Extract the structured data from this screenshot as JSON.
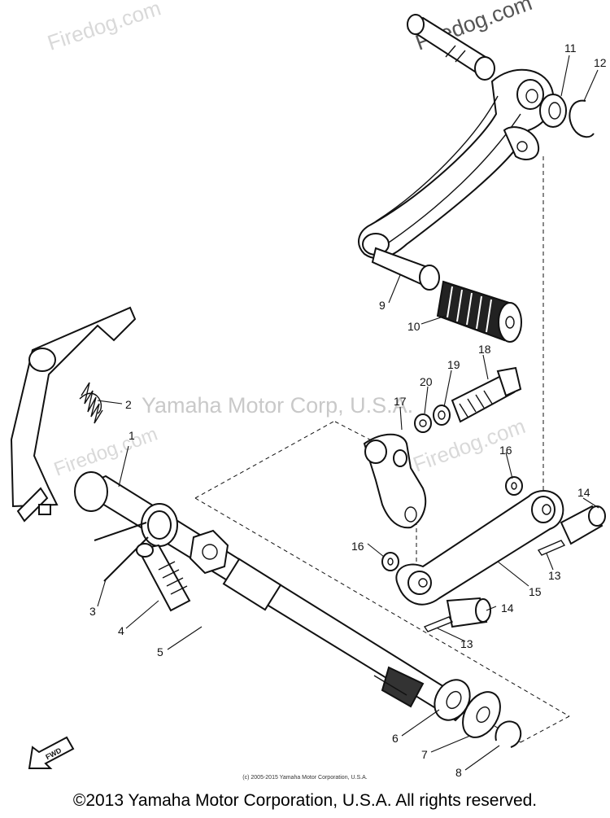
{
  "watermarks": {
    "brand": "Firedog.com",
    "center": "Yamaha Motor Corp, U.S.A."
  },
  "callouts": [
    "1",
    "2",
    "3",
    "4",
    "5",
    "6",
    "7",
    "8",
    "9",
    "10",
    "11",
    "12",
    "13",
    "13",
    "14",
    "14",
    "15",
    "16",
    "16",
    "17",
    "18",
    "19",
    "20"
  ],
  "fwd_label": "FWD",
  "footer": {
    "credit": "(c) 2005-2015 Yamaha Motor Corporation, U.S.A.",
    "copyright": "©2013 Yamaha Motor Corporation, U.S.A. All rights reserved."
  }
}
